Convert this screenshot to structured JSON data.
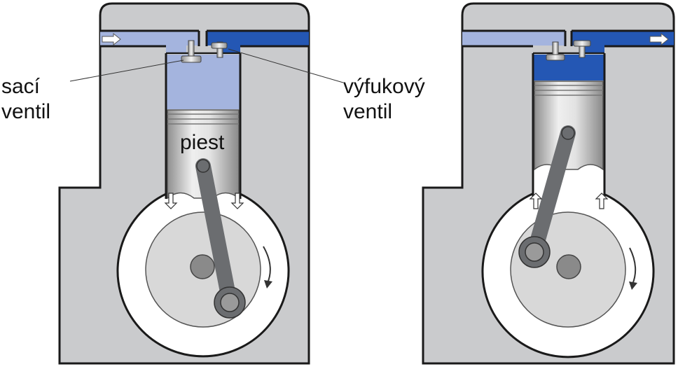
{
  "labels": {
    "intake_valve_line1": "sací",
    "intake_valve_line2": "ventil",
    "exhaust_valve_line1": "výfukový",
    "exhaust_valve_line2": "ventil",
    "piston": "piest"
  },
  "colors": {
    "engine_block": "#cacbcd",
    "outline": "#1a1a1a",
    "intake_gas": "#a4b4de",
    "exhaust_gas": "#2457b4",
    "piston_light": "#e8e8e8",
    "piston_dark": "#9a9a9a",
    "crank_disk": "#d8d8d8",
    "conrod": "#6b6d70"
  },
  "icons": [
    "flow-arrow-right-icon",
    "flow-arrow-down-icon",
    "flow-arrow-up-icon",
    "rotation-arrow-icon"
  ]
}
